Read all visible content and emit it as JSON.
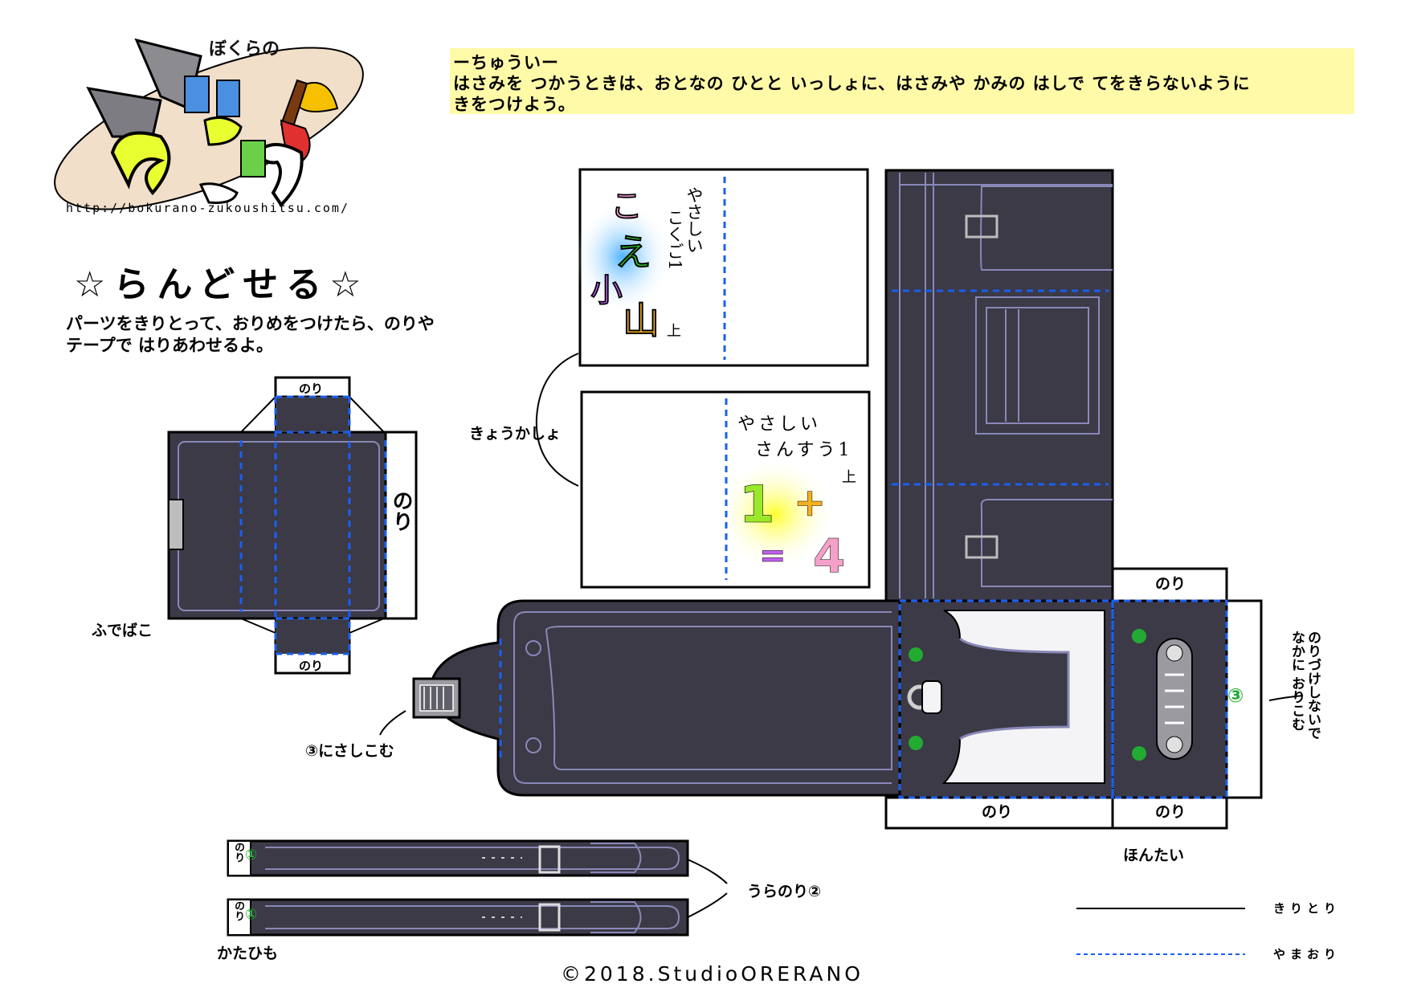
{
  "logo": {
    "title": "ぼくらの",
    "url": "http://bokurano-zukoushitsu.com/"
  },
  "notice": {
    "heading": "ーちゅういー",
    "line1": "はさみを つかうときは、おとなの ひとと いっしょに、はさみや かみの はしで てをきらないように",
    "line2": "きをつけよう。"
  },
  "page_title": "☆らんどせる☆",
  "instructions": {
    "line1": "パーツをきりとって、おりめをつけたら、のりや",
    "line2": "テープで はりあわせるよ。"
  },
  "labels": {
    "fudebako": "ふでばこ",
    "kyoukasho": "きょうかしょ",
    "sashikomu": "③にさしこむ",
    "hontai": "ほんたい",
    "uranori": "うらのり②",
    "katahimo": "かたひも",
    "nori": "のり",
    "norizuke_col1": "のりづけしないで",
    "norizuke_col2": "なかに おりこむ",
    "circle1": "①",
    "circle2": "②",
    "circle3": "③"
  },
  "books": {
    "kokugo": {
      "title": "やさしい",
      "subtitle": "こくご1",
      "vol": "上",
      "art": "こえ小山"
    },
    "sansu": {
      "title": "やさしい",
      "subtitle": "さんすう1",
      "vol": "上",
      "art": "1+=4"
    }
  },
  "legend": {
    "cut": "きりとり",
    "fold": "やまおり"
  },
  "copyright": "©2018.StudioORERANO",
  "colors": {
    "bag": "#3b3a46",
    "bag_line": "#8a88b8",
    "fold_line": "#1a5ff0",
    "notice_bg": "#fffaa8",
    "green": "#22aa33"
  }
}
